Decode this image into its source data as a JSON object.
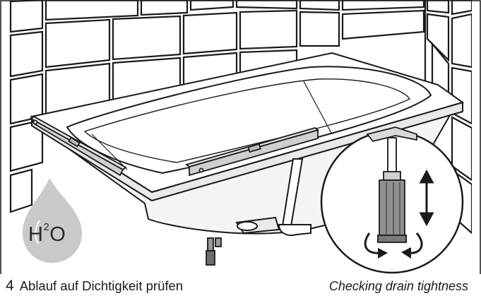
{
  "illustration": {
    "icon": "water-drop-icon",
    "formula_base": "H",
    "formula_sup": "2",
    "formula_rest": "O"
  },
  "caption": {
    "step_number": "4",
    "german": "Ablauf auf Dichtigkeit prüfen",
    "english": "Checking drain tightness"
  }
}
